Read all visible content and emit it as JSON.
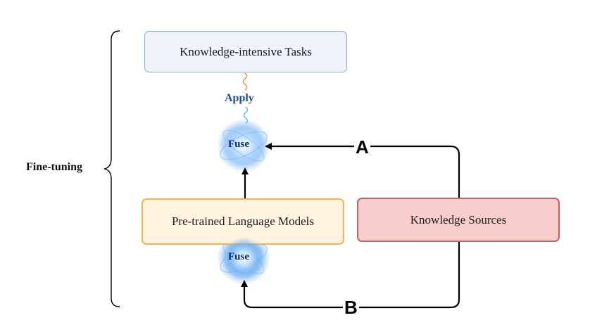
{
  "diagram": {
    "side_label": "Fine-tuning",
    "tasks_box": "Knowledge-intensive Tasks",
    "plm_box": "Pre-trained Language Models",
    "ks_box": "Knowledge Sources",
    "apply_label": "Apply",
    "fuse_top_label": "Fuse",
    "fuse_bottom_label": "Fuse",
    "path_a_label": "A",
    "path_b_label": "B"
  },
  "colors": {
    "tasks_fill": "#eef3fa",
    "tasks_border": "#8ea8cc",
    "plm_fill": "#fff3df",
    "plm_border": "#f0b655",
    "ks_fill": "#f7cdcd",
    "ks_border": "#c86060",
    "fuse_glow": "#5fa6f0",
    "apply_text": "#1f4e8c"
  }
}
